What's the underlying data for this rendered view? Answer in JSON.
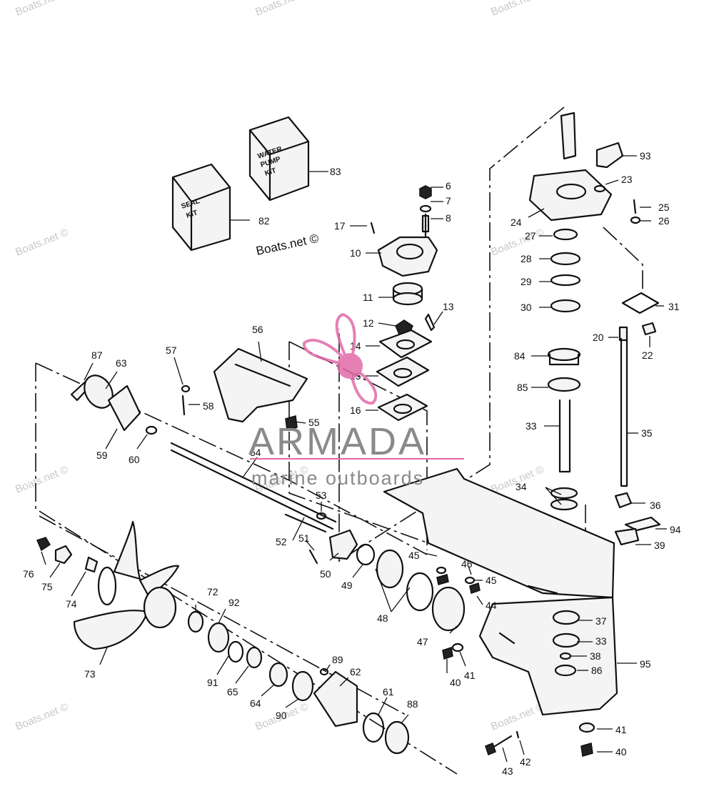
{
  "watermark": {
    "text": "Boats.net ©"
  },
  "copyright": "Boats.net ©",
  "logo": {
    "name": "ARMADA",
    "tagline": "marine outboards",
    "accent": "#e26aa8",
    "ink": "#8a8a8a"
  },
  "kits": {
    "seal_line1": "SEAL",
    "seal_line2": "KIT",
    "pump_line1": "WATER",
    "pump_line2": "PUMP",
    "pump_line3": "KIT"
  },
  "callouts": [
    {
      "id": "c6",
      "n": "6"
    },
    {
      "id": "c7",
      "n": "7"
    },
    {
      "id": "c8",
      "n": "8"
    },
    {
      "id": "c10",
      "n": "10"
    },
    {
      "id": "c11",
      "n": "11"
    },
    {
      "id": "c12",
      "n": "12"
    },
    {
      "id": "c13",
      "n": "13"
    },
    {
      "id": "c14",
      "n": "14"
    },
    {
      "id": "c15",
      "n": "15"
    },
    {
      "id": "c16",
      "n": "16"
    },
    {
      "id": "c17",
      "n": "17"
    },
    {
      "id": "c20",
      "n": "20"
    },
    {
      "id": "c22",
      "n": "22"
    },
    {
      "id": "c23",
      "n": "23"
    },
    {
      "id": "c24",
      "n": "24"
    },
    {
      "id": "c25",
      "n": "25"
    },
    {
      "id": "c26",
      "n": "26"
    },
    {
      "id": "c27",
      "n": "27"
    },
    {
      "id": "c28",
      "n": "28"
    },
    {
      "id": "c29",
      "n": "29"
    },
    {
      "id": "c30",
      "n": "30"
    },
    {
      "id": "c31",
      "n": "31"
    },
    {
      "id": "c33a",
      "n": "33"
    },
    {
      "id": "c33b",
      "n": "33"
    },
    {
      "id": "c34",
      "n": "34"
    },
    {
      "id": "c35",
      "n": "35"
    },
    {
      "id": "c36",
      "n": "36"
    },
    {
      "id": "c37",
      "n": "37"
    },
    {
      "id": "c38",
      "n": "38"
    },
    {
      "id": "c39",
      "n": "39"
    },
    {
      "id": "c40a",
      "n": "40"
    },
    {
      "id": "c40b",
      "n": "40"
    },
    {
      "id": "c41a",
      "n": "41"
    },
    {
      "id": "c41b",
      "n": "41"
    },
    {
      "id": "c42",
      "n": "42"
    },
    {
      "id": "c43",
      "n": "43"
    },
    {
      "id": "c44",
      "n": "44"
    },
    {
      "id": "c45a",
      "n": "45"
    },
    {
      "id": "c45b",
      "n": "45"
    },
    {
      "id": "c46",
      "n": "46"
    },
    {
      "id": "c47",
      "n": "47"
    },
    {
      "id": "c48",
      "n": "48"
    },
    {
      "id": "c49",
      "n": "49"
    },
    {
      "id": "c50",
      "n": "50"
    },
    {
      "id": "c51",
      "n": "51"
    },
    {
      "id": "c52",
      "n": "52"
    },
    {
      "id": "c53",
      "n": "53"
    },
    {
      "id": "c54",
      "n": "54"
    },
    {
      "id": "c55",
      "n": "55"
    },
    {
      "id": "c56",
      "n": "56"
    },
    {
      "id": "c57",
      "n": "57"
    },
    {
      "id": "c58",
      "n": "58"
    },
    {
      "id": "c59",
      "n": "59"
    },
    {
      "id": "c60",
      "n": "60"
    },
    {
      "id": "c61",
      "n": "61"
    },
    {
      "id": "c62",
      "n": "62"
    },
    {
      "id": "c63",
      "n": "63"
    },
    {
      "id": "c64",
      "n": "64"
    },
    {
      "id": "c65",
      "n": "65"
    },
    {
      "id": "c72",
      "n": "72"
    },
    {
      "id": "c73",
      "n": "73"
    },
    {
      "id": "c74",
      "n": "74"
    },
    {
      "id": "c75",
      "n": "75"
    },
    {
      "id": "c76",
      "n": "76"
    },
    {
      "id": "c82",
      "n": "82"
    },
    {
      "id": "c83",
      "n": "83"
    },
    {
      "id": "c84",
      "n": "84"
    },
    {
      "id": "c85",
      "n": "85"
    },
    {
      "id": "c86",
      "n": "86"
    },
    {
      "id": "c87",
      "n": "87"
    },
    {
      "id": "c88",
      "n": "88"
    },
    {
      "id": "c89",
      "n": "89"
    },
    {
      "id": "c90",
      "n": "90"
    },
    {
      "id": "c91",
      "n": "91"
    },
    {
      "id": "c92",
      "n": "92"
    },
    {
      "id": "c93",
      "n": "93"
    },
    {
      "id": "c94",
      "n": "94"
    },
    {
      "id": "c95",
      "n": "95"
    }
  ]
}
